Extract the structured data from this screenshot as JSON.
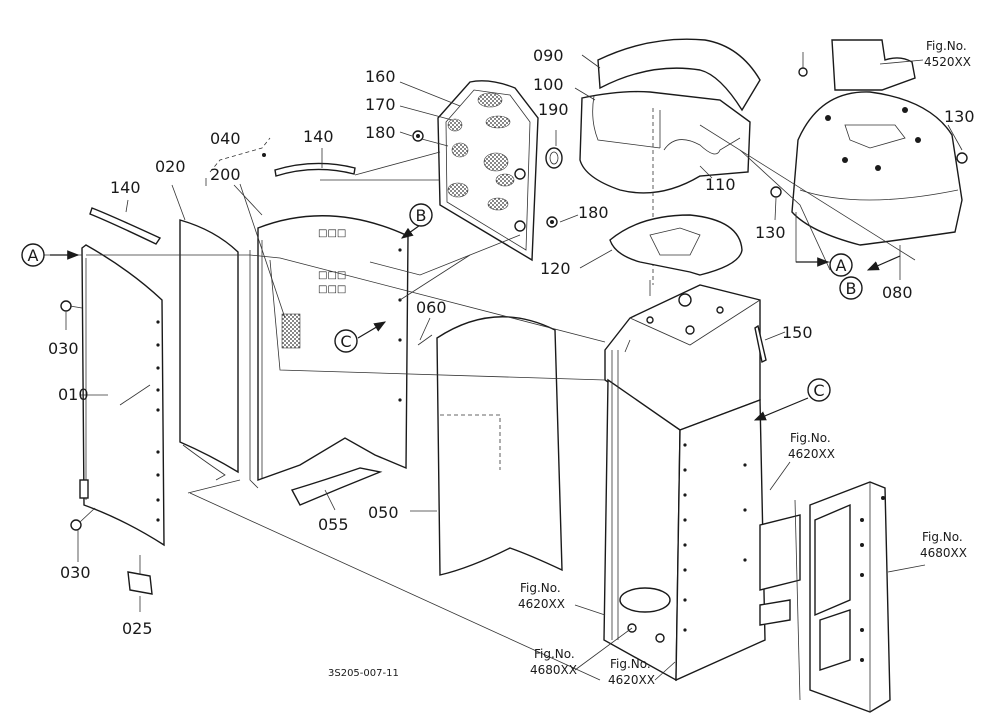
{
  "diagram": {
    "part_numbers": {
      "p010": "010",
      "p020": "020",
      "p025": "025",
      "p030a": "030",
      "p030b": "030",
      "p040": "040",
      "p050": "050",
      "p055": "055",
      "p060": "060",
      "p080": "080",
      "p090": "090",
      "p100": "100",
      "p110": "110",
      "p120": "120",
      "p130a": "130",
      "p130b": "130",
      "p140a": "140",
      "p140b": "140",
      "p150": "150",
      "p160": "160",
      "p170": "170",
      "p180a": "180",
      "p180b": "180",
      "p190": "190",
      "p200": "200"
    },
    "callouts": {
      "a1": "A",
      "a2": "A",
      "b1": "B",
      "b2": "B",
      "c1": "C",
      "c2": "C"
    },
    "fig_refs": {
      "f4520": {
        "label": "Fig.No.",
        "number": "4520XX"
      },
      "f4620a": {
        "label": "Fig.No.",
        "number": "4620XX"
      },
      "f4680a": {
        "label": "Fig.No.",
        "number": "4680XX"
      },
      "f4620b": {
        "label": "Fig.No.",
        "number": "4620XX"
      },
      "f4680b": {
        "label": "Fig.No.",
        "number": "4680XX"
      },
      "f4620c": {
        "label": "Fig.No.",
        "number": "4620XX"
      }
    },
    "drawing_code": "3S205-007-11"
  }
}
